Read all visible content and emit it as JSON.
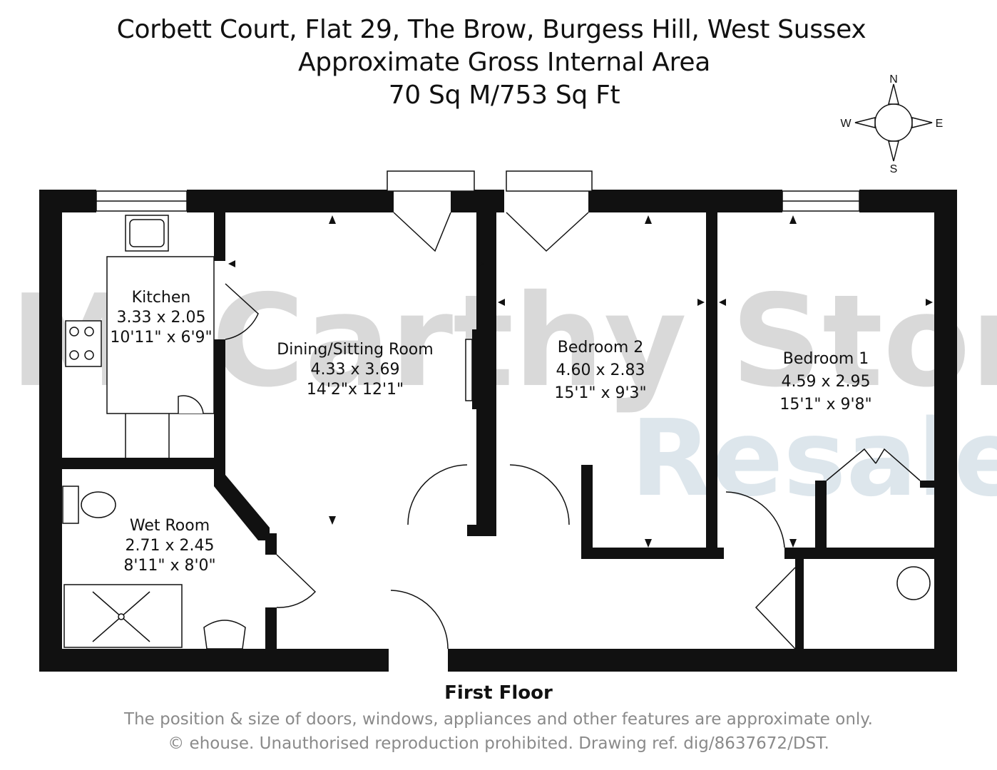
{
  "header": {
    "address": "Corbett Court, Flat 29, The Brow, Burgess Hill, West Sussex",
    "area_title": "Approximate Gross Internal Area",
    "area_value": "70 Sq M/753 Sq Ft"
  },
  "compass": {
    "n": "N",
    "s": "S",
    "e": "E",
    "w": "W"
  },
  "watermark": {
    "line1": "McCarthy Stone",
    "line2": "Resales"
  },
  "rooms": {
    "kitchen": {
      "name": "Kitchen",
      "metric": "3.33 x 2.05",
      "imperial": "10'11\" x 6'9\""
    },
    "dining": {
      "name": "Dining/Sitting Room",
      "metric": "4.33 x 3.69",
      "imperial": "14'2\"x 12'1\""
    },
    "bedroom2": {
      "name": "Bedroom 2",
      "metric": "4.60 x 2.83",
      "imperial": "15'1\" x 9'3\""
    },
    "bedroom1": {
      "name": "Bedroom 1",
      "metric": "4.59 x 2.95",
      "imperial": "15'1\" x 9'8\""
    },
    "wetroom": {
      "name": "Wet Room",
      "metric": "2.71 x 2.45",
      "imperial": "8'11\" x 8'0\""
    }
  },
  "floor_label": "First Floor",
  "notes": {
    "disclaimer": "The position & size of doors, windows, appliances and other features are approximate only.",
    "copyright": "© ehouse. Unauthorised reproduction prohibited. Drawing ref. dig/8637672/DST."
  },
  "colors": {
    "wall": "#111111",
    "watermark_gray": "#d9d9d9",
    "watermark_blue": "#dde6ec",
    "note_gray": "#8a8a8a"
  }
}
